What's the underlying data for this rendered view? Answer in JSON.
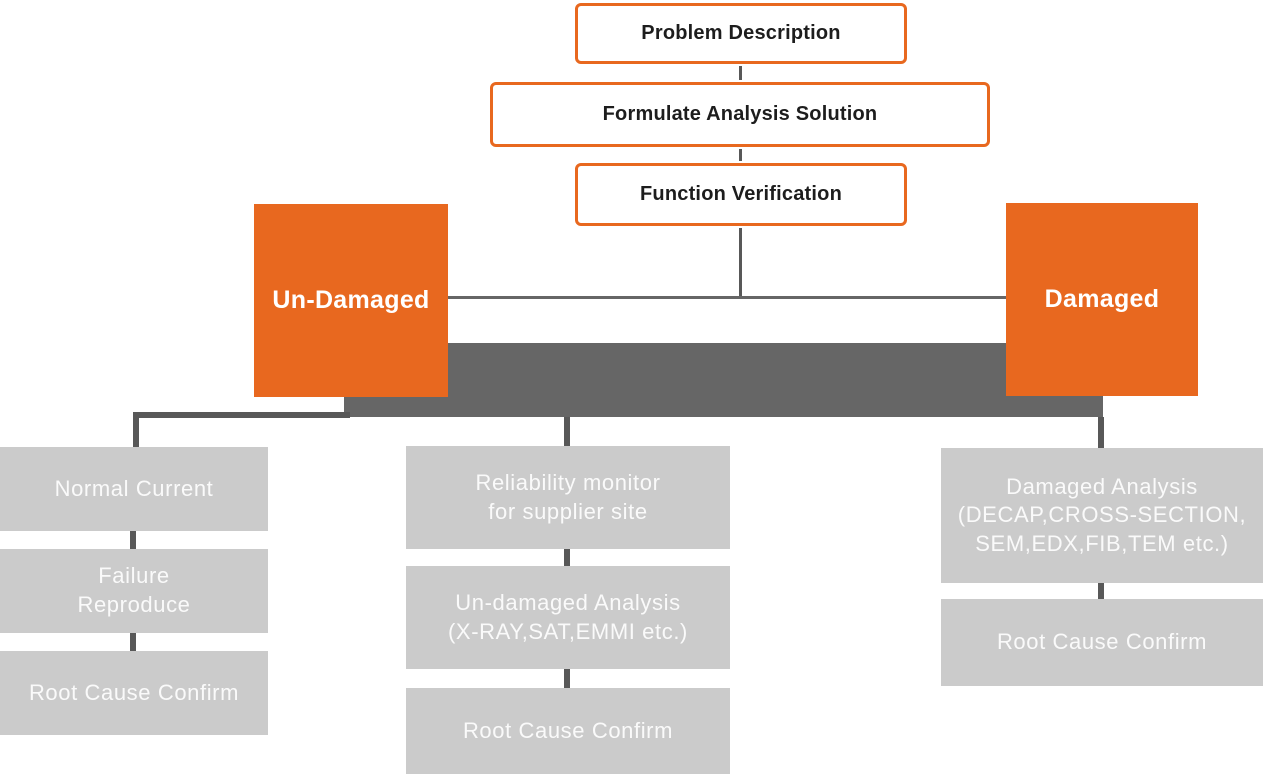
{
  "palette": {
    "orange": "#e8681f",
    "bar_gray": "#666666",
    "connector_gray": "#585858",
    "step_gray": "#cbcbcb",
    "dark_text": "#1d1d1d",
    "light_text": "#fafafa"
  },
  "flowchart": {
    "top_nodes": [
      {
        "id": "problem-description",
        "label": "Problem Description"
      },
      {
        "id": "formulate-analysis-solution",
        "label": "Formulate Analysis Solution"
      },
      {
        "id": "function-verification",
        "label": "Function Verification"
      }
    ],
    "branch_nodes": [
      {
        "id": "un-damaged",
        "label": "Un-Damaged"
      },
      {
        "id": "damaged",
        "label": "Damaged"
      }
    ],
    "columns": [
      {
        "id": "left",
        "steps": [
          {
            "label": "Normal Current"
          },
          {
            "label": "Failure\nReproduce"
          },
          {
            "label": "Root Cause Confirm"
          }
        ]
      },
      {
        "id": "middle",
        "steps": [
          {
            "label": "Reliability monitor\nfor supplier site"
          },
          {
            "label": "Un-damaged Analysis\n(X-RAY,SAT,EMMI etc.)"
          },
          {
            "label": "Root Cause Confirm"
          }
        ]
      },
      {
        "id": "right",
        "steps": [
          {
            "label": "Damaged Analysis\n(DECAP,CROSS-SECTION,\nSEM,EDX,FIB,TEM etc.)"
          },
          {
            "label": "Root Cause Confirm"
          }
        ]
      }
    ]
  }
}
